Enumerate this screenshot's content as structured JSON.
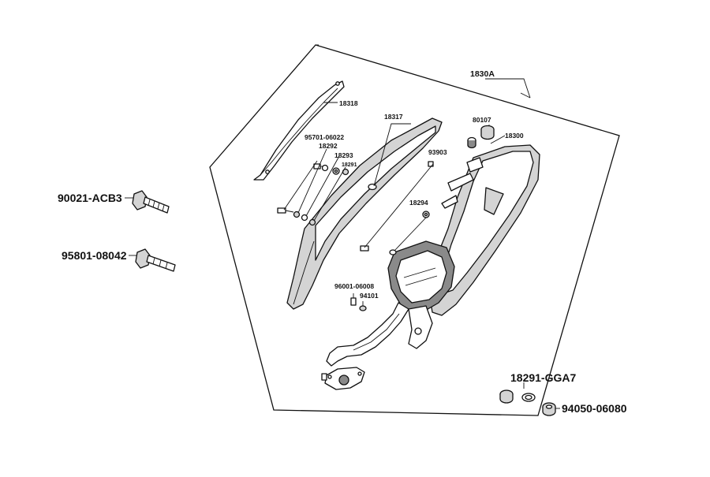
{
  "diagram": {
    "labels": {
      "assembly": "1830A",
      "heat_shield_cover": "18318",
      "heat_shield": "18317",
      "cap": "80107",
      "muffler": "18300",
      "bolt_95701": "95701-06022",
      "collar_18292": "18292",
      "washer_18293": "18293",
      "rubber_18291": "18291",
      "bolt_93903": "93903",
      "washer_18294": "18294",
      "bolt_96001": "96001-06008",
      "nut_94101": "94101",
      "bolt_90021": "90021-ACB3",
      "bolt_95801": "95801-08042",
      "gasket_18291_gga7": "18291-GGA7",
      "nut_94050": "94050-06080"
    }
  }
}
